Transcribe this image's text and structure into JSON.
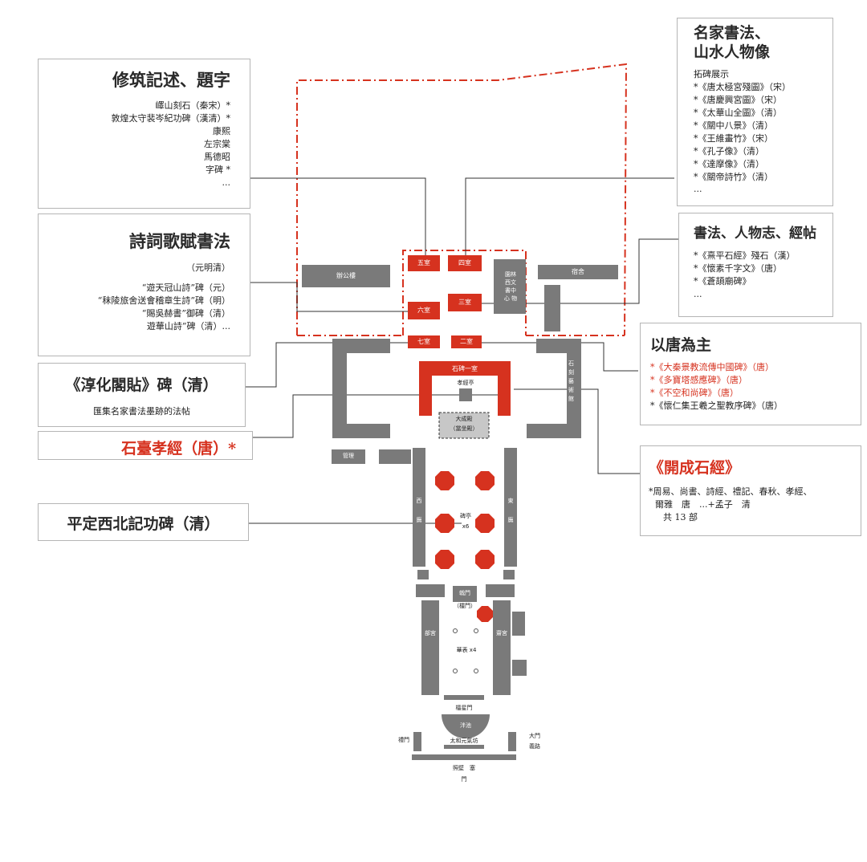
{
  "boxes": {
    "xiuzhu": {
      "title": "修筑記述、題字",
      "lines": [
        "嶧山刻石（秦宋）*",
        "敦煌太守裴岑紀功碑（漢清）*",
        "康熙",
        "左宗棠",
        "馬德昭",
        "字碑 *",
        "..."
      ]
    },
    "mingjia": {
      "title_lines": [
        "名家書法、",
        "山水人物像"
      ],
      "subtitle": "拓碑展示",
      "lines": [
        "*《唐太極宮殘圖》（宋）",
        "*《唐慶興宮圖》（宋）",
        "*《太華山全圖》（清）",
        "*《關中八景》（清）",
        "*《王維畫竹》（宋）",
        "*《孔子像》（清）",
        "*《達摩像》（清）",
        "*《關帝詩竹》（清）",
        "..."
      ]
    },
    "shici": {
      "title": "詩詞歌賦書法",
      "period": "（元明清）",
      "lines": [
        "“遊天冠山詩”碑（元）",
        "“秣陵旅舍送會稽章生詩”碑（明）",
        "“賜吳赫書”御碑（清）",
        "遊華山詩”碑（清）..."
      ]
    },
    "shufa": {
      "title": "書法、人物志、經帖",
      "lines": [
        "*《熹平石經》殘石（漢）",
        "*《懷素千字文》（唐）",
        "*《蒼頡廟碑》",
        "..."
      ]
    },
    "yitang": {
      "title": "以唐為主",
      "red_lines": [
        "*《大秦景教流傳中國碑》（唐）",
        "*《多寶塔感應碑》（唐）",
        "*《不空和尚碑》（唐）"
      ],
      "lines": [
        "*《懷仁集王羲之聖教序碑》（唐）"
      ]
    },
    "chunhua": {
      "title": "《淳化閣貼》碑（清）",
      "desc": "匯集名家書法墨跡的法帖"
    },
    "shitai": {
      "title": "石臺孝經（唐）*"
    },
    "kaicheng": {
      "title": "《開成石經》",
      "lines": [
        "*周易、尚書、詩經、禮記、春秋、孝經、",
        "爾雅　唐　...+孟子　清",
        "共 13 部"
      ]
    },
    "pingding": {
      "title": "平定西北記功碑（清）"
    }
  },
  "plan": {
    "office": "辦公樓",
    "dorm": "宿舍",
    "room5": "五室",
    "room4": "四室",
    "room6": "六室",
    "room3": "三室",
    "room7": "七室",
    "room2": "二室",
    "room1": "石碑一室",
    "xiaojing_ting": "孝經亭",
    "dacheng": "大成殿",
    "dacheng_sub": "（當坐殿）",
    "center_left": "園林",
    "center_right": "西文",
    "center_mid1": "書中",
    "center_mid2": "心 物",
    "east_gallery": "石刻藝術館",
    "west_wing": "西廡",
    "east_wing": "東廡",
    "guanli": "管理",
    "beiting": "碑亭",
    "beiting_count": "x6",
    "jimen": "戟門",
    "lingmen": "（欞門）",
    "bei": "華表 x4",
    "west_palace": "部宮",
    "east_palace": "齋宮",
    "lingxing": "櫺星門",
    "panchi": "泮池",
    "taihe": "太和元氣坊",
    "limen": "禮門",
    "damen": "大門",
    "yilu": "義路",
    "zhaobi": "照壁　塞",
    "zhaobi2": "門"
  },
  "colors": {
    "red": "#d6321f",
    "grey": "#7a7a7a",
    "dash": "#d6321f"
  }
}
